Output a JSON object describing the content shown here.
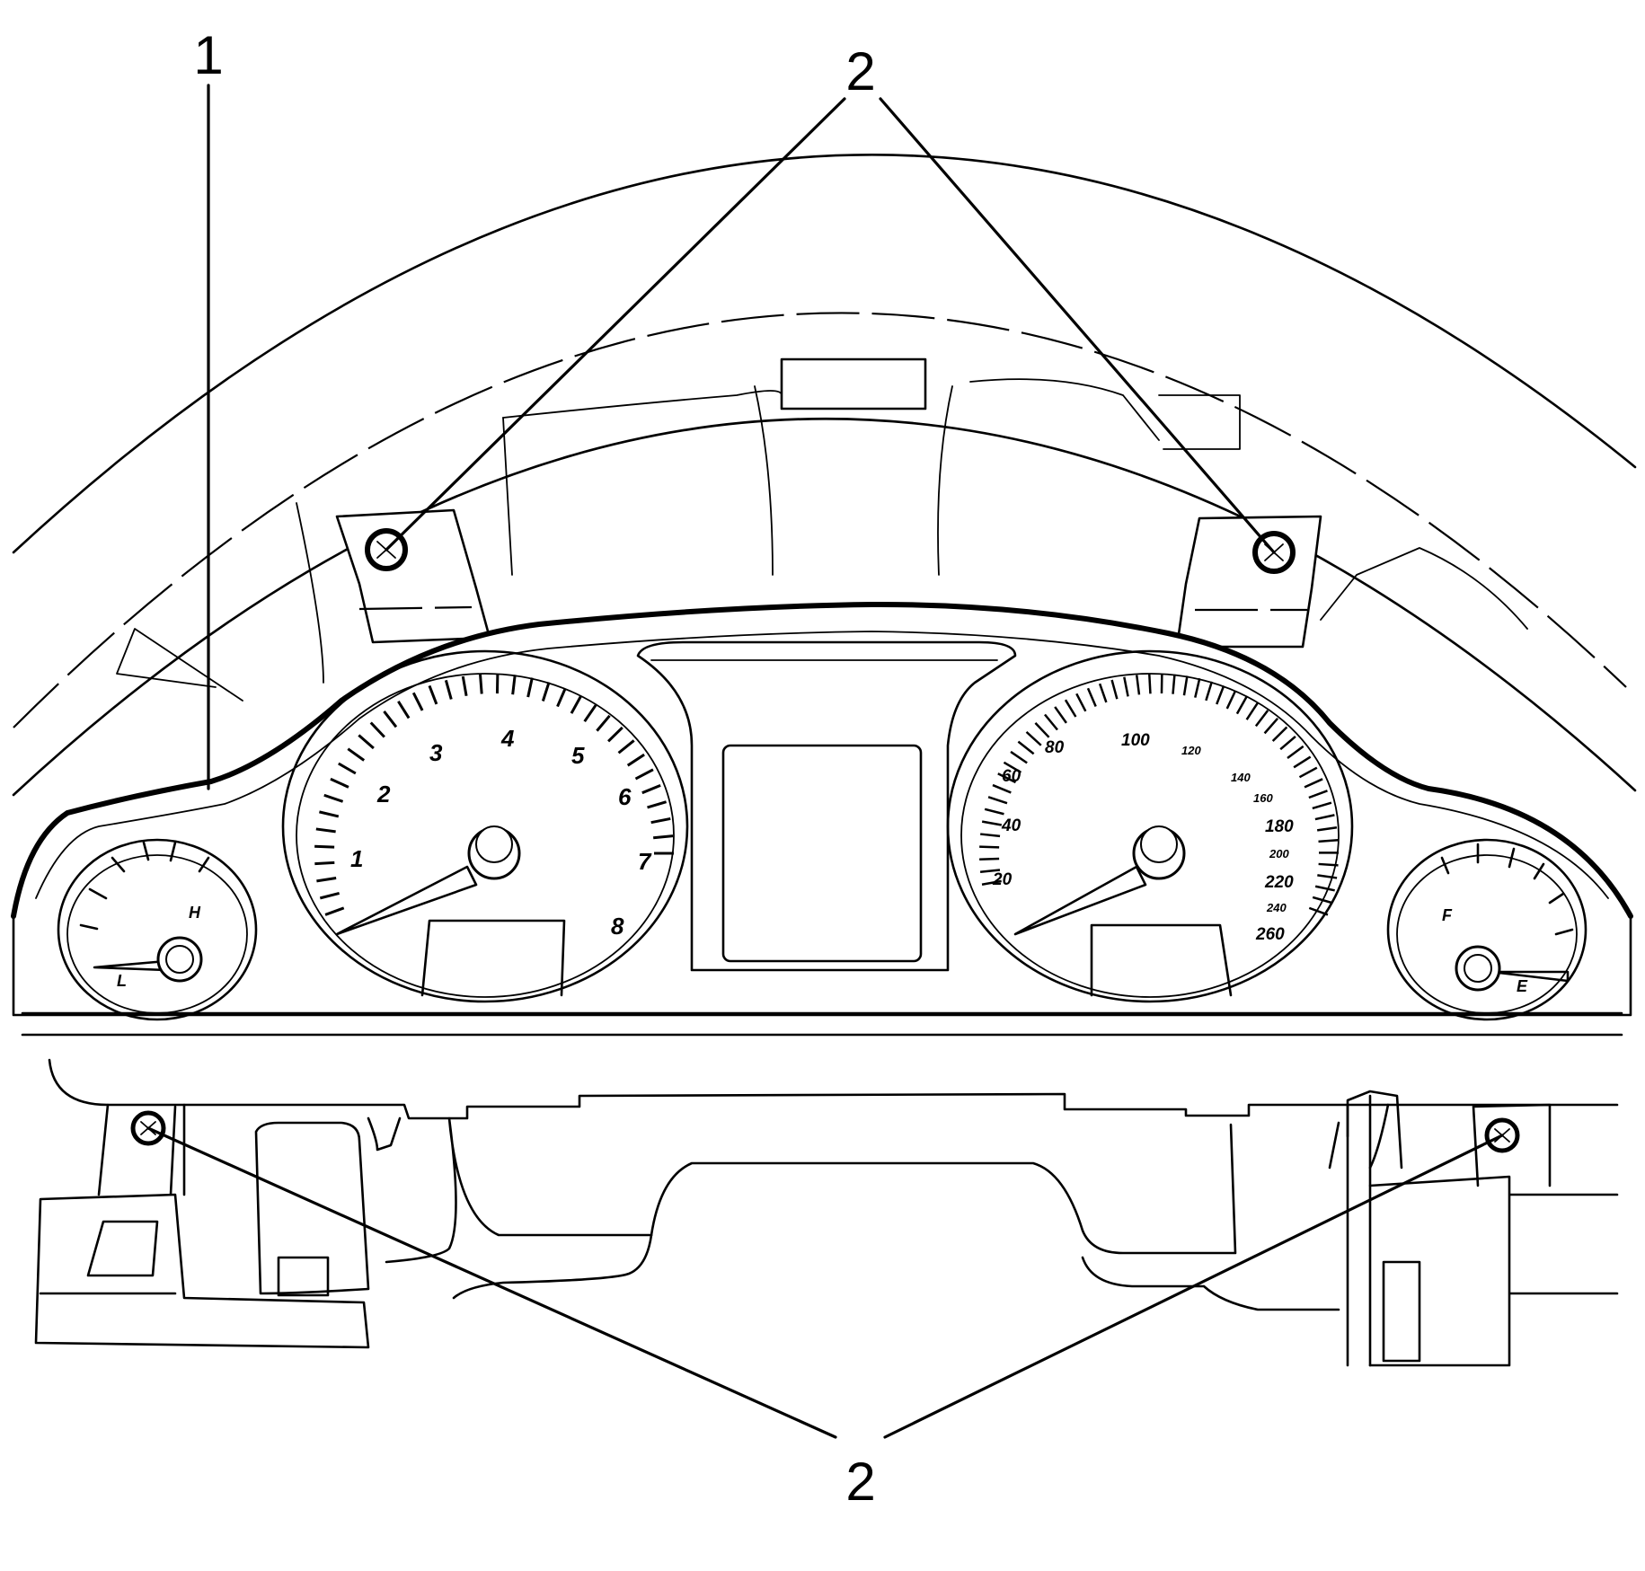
{
  "callouts": {
    "cluster": "1",
    "screw_top_left": "2",
    "screw_bottom": "2"
  },
  "tachometer": {
    "labels": [
      "1",
      "2",
      "3",
      "4",
      "5",
      "6",
      "7",
      "8"
    ]
  },
  "speedometer": {
    "labels": [
      "20",
      "40",
      "60",
      "80",
      "100",
      "120",
      "140",
      "160",
      "180",
      "200",
      "220",
      "240",
      "260"
    ]
  },
  "temp_gauge": {
    "high": "H",
    "low": "L"
  },
  "fuel_gauge": {
    "full": "F",
    "empty": "E"
  }
}
